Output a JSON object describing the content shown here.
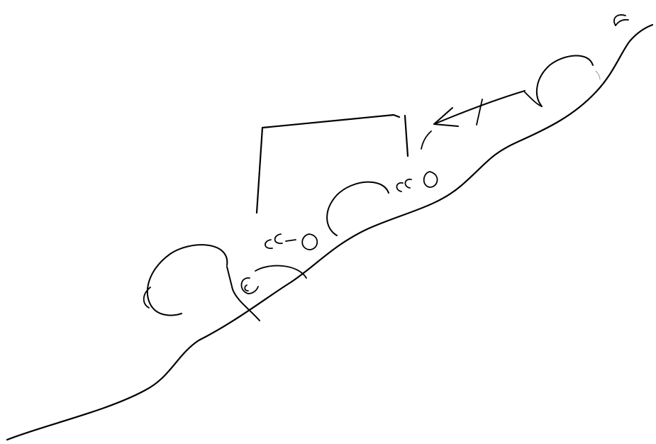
{
  "sketch": {
    "background_color": "#ffffff",
    "ink_color": "#000000",
    "faint_ink_color": "#9a9a9a",
    "elements": [
      "ground-line",
      "bracket",
      "arrow",
      "loops",
      "curl-marks",
      "post-mark"
    ]
  }
}
